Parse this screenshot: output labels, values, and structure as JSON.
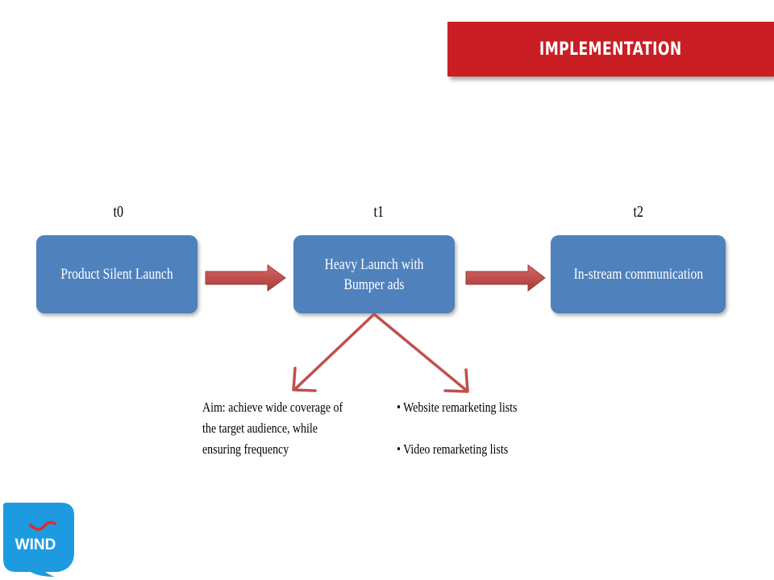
{
  "header": {
    "title": "IMPLEMENTATION"
  },
  "timeline": {
    "labels": [
      "t0",
      "t1",
      "t2"
    ]
  },
  "nodes": [
    {
      "label": "Product Silent Launch"
    },
    {
      "label": "Heavy Launch with Bumper ads"
    },
    {
      "label": "In-stream communication"
    }
  ],
  "notes": {
    "aim": "Aim: achieve wide coverage of the target audience, while ensuring frequency",
    "lists": [
      "Website remarketing lists",
      "Video remarketing lists"
    ]
  },
  "logo": {
    "text": "WIND"
  },
  "colors": {
    "banner": "#c81e24",
    "node": "#4f81bd",
    "arrow": "#c0504d",
    "logo": "#1e9be0"
  }
}
